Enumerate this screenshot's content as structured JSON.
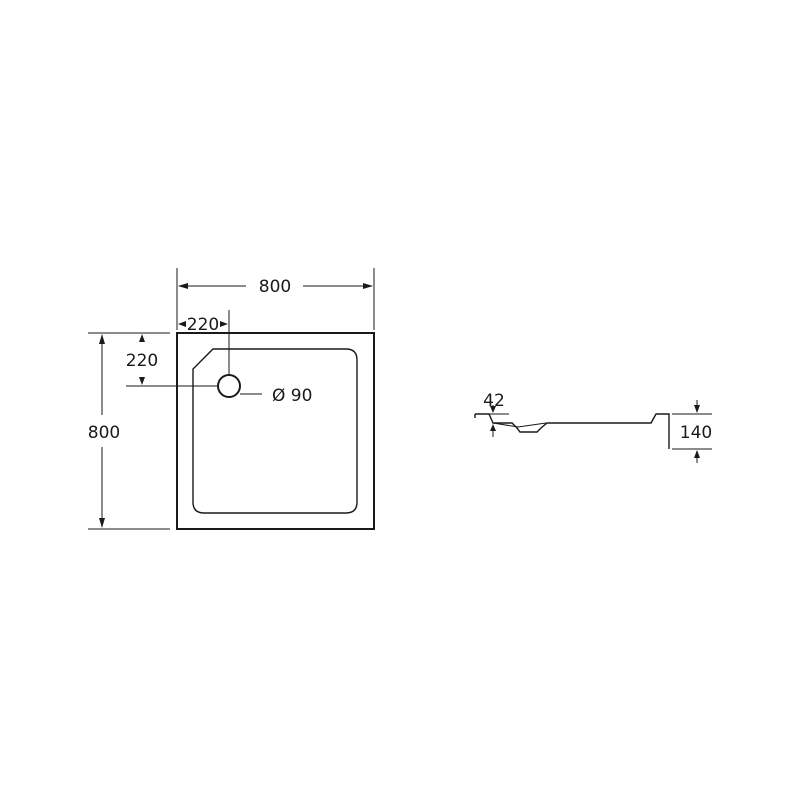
{
  "plan_view": {
    "overall_width": "800",
    "overall_height": "800",
    "drain_offset_x": "220",
    "drain_offset_y": "220",
    "drain_diameter": "Ø 90"
  },
  "side_view": {
    "lip_height": "42",
    "total_height": "140"
  }
}
